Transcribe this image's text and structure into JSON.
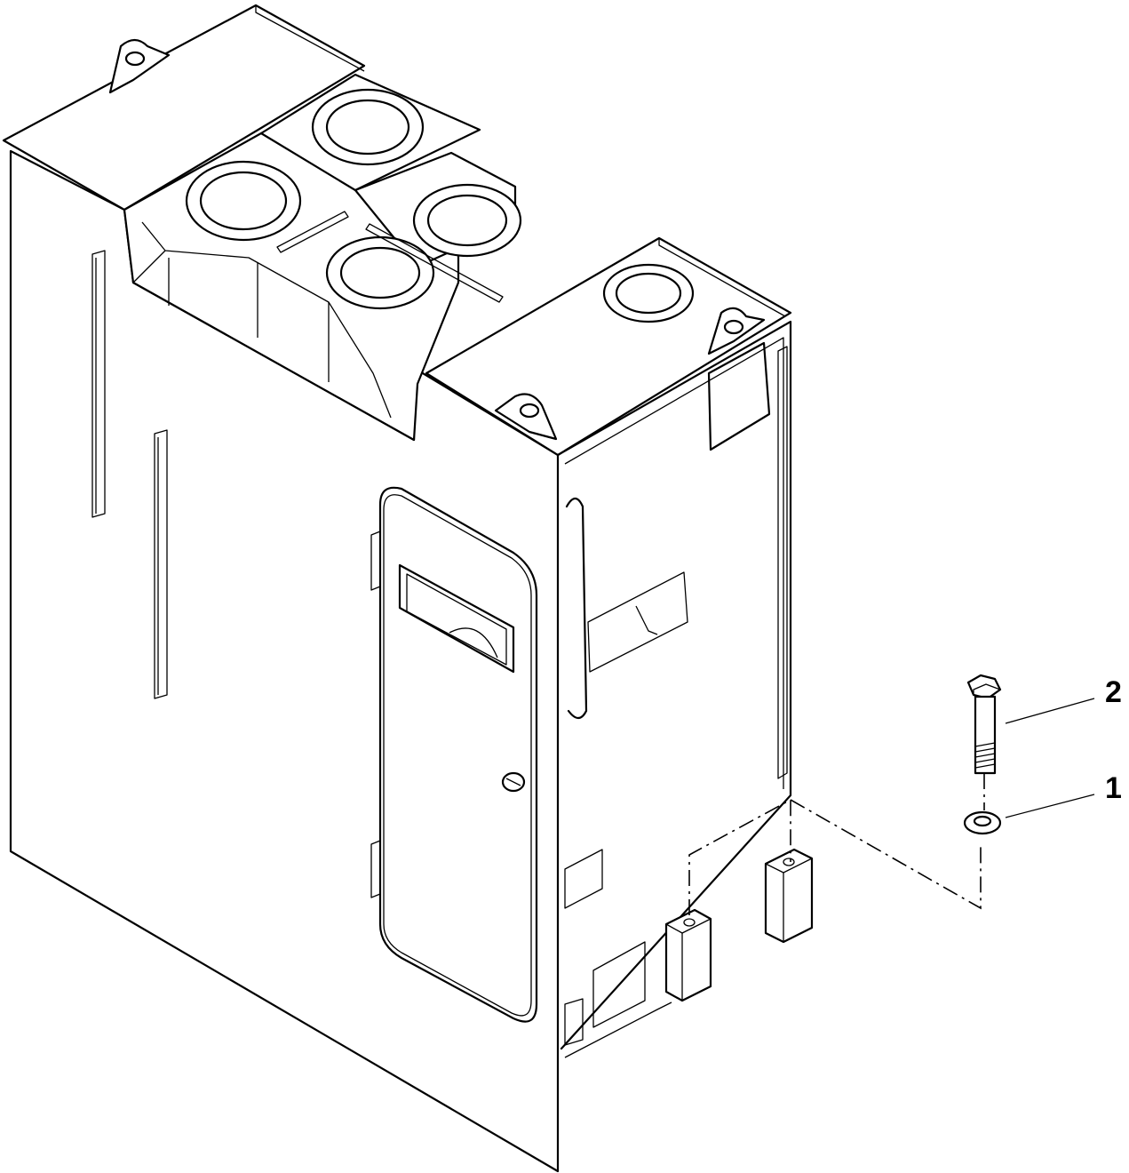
{
  "callouts": [
    {
      "number": "2",
      "part": "bolt"
    },
    {
      "number": "1",
      "part": "washer"
    }
  ]
}
